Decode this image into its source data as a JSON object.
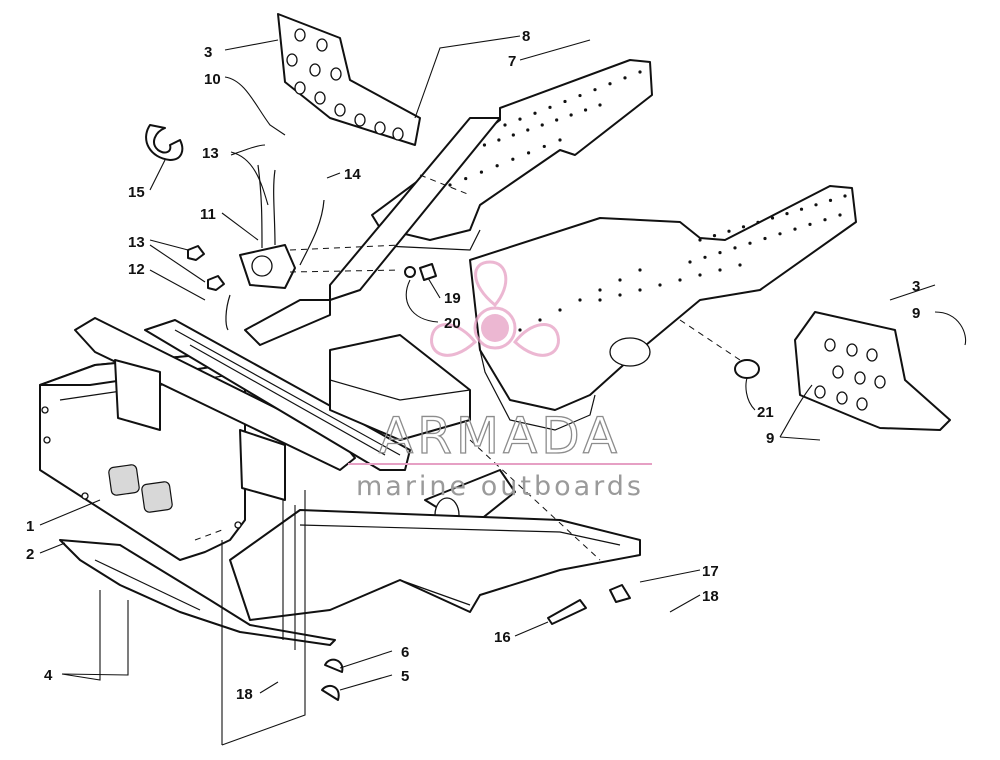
{
  "watermark": {
    "brand": "ARMADA",
    "tagline": "marine outboards",
    "logo_color": "#e6a0c4",
    "text_color": "#8c8c8c"
  },
  "callouts": [
    {
      "id": "c1",
      "label": "1"
    },
    {
      "id": "c2",
      "label": "2"
    },
    {
      "id": "c3a",
      "label": "3"
    },
    {
      "id": "c3b",
      "label": "3"
    },
    {
      "id": "c4",
      "label": "4"
    },
    {
      "id": "c5",
      "label": "5"
    },
    {
      "id": "c6",
      "label": "6"
    },
    {
      "id": "c7",
      "label": "7"
    },
    {
      "id": "c8a",
      "label": "8"
    },
    {
      "id": "c8b",
      "label": "8"
    },
    {
      "id": "c9a",
      "label": "9"
    },
    {
      "id": "c9b",
      "label": "9"
    },
    {
      "id": "c10",
      "label": "10"
    },
    {
      "id": "c11",
      "label": "11"
    },
    {
      "id": "c12",
      "label": "12"
    },
    {
      "id": "c13a",
      "label": "13"
    },
    {
      "id": "c13b",
      "label": "13"
    },
    {
      "id": "c14",
      "label": "14"
    },
    {
      "id": "c15",
      "label": "15"
    },
    {
      "id": "c16",
      "label": "16"
    },
    {
      "id": "c17",
      "label": "17"
    },
    {
      "id": "c18",
      "label": "18"
    },
    {
      "id": "c19",
      "label": "19"
    },
    {
      "id": "c20",
      "label": "20"
    },
    {
      "id": "c21",
      "label": "21"
    }
  ]
}
